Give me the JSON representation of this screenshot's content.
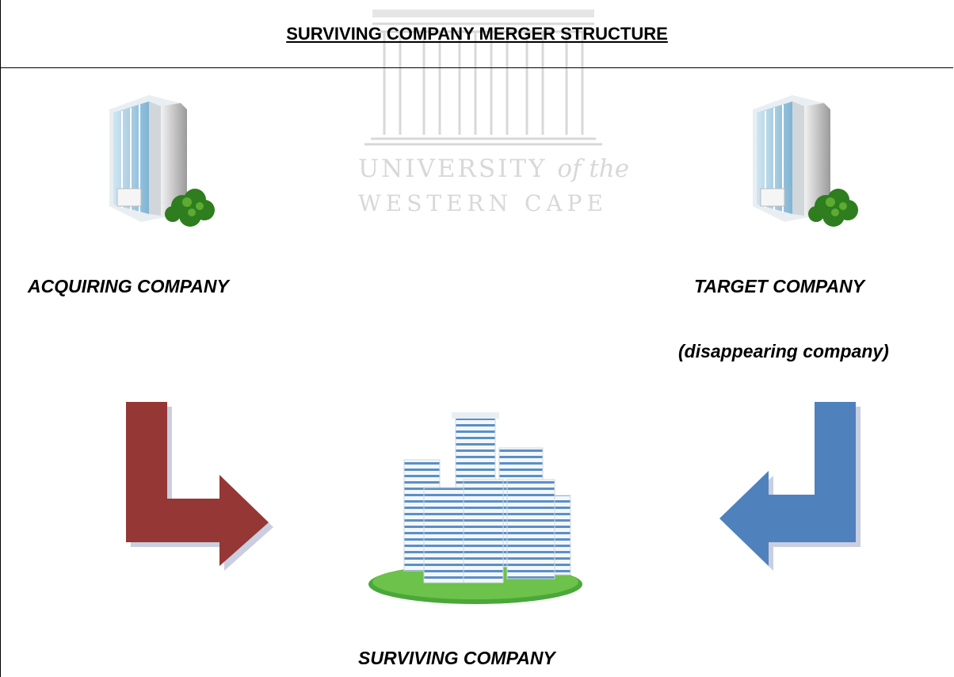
{
  "title": "SURVIVING COMPANY MERGER STRUCTURE",
  "watermark": {
    "line1_main": "UNIVERSITY",
    "line1_suffix": "of the",
    "line2": "WESTERN CAPE"
  },
  "nodes": {
    "acquiring": "ACQUIRING COMPANY",
    "target": "TARGET  COMPANY",
    "target_note": "(disappearing company)",
    "surviving": "SURVIVING COMPANY"
  },
  "icons": {
    "acquiring": "office-building-icon",
    "target": "office-building-icon",
    "surviving": "city-skyline-icon",
    "left_arrow": "bent-arrow-right-icon",
    "right_arrow": "bent-arrow-left-icon"
  },
  "colors": {
    "left_arrow": "#953735",
    "right_arrow": "#4f81bd",
    "watermark": "#d8d8d8",
    "ground": "#6cc24a"
  }
}
